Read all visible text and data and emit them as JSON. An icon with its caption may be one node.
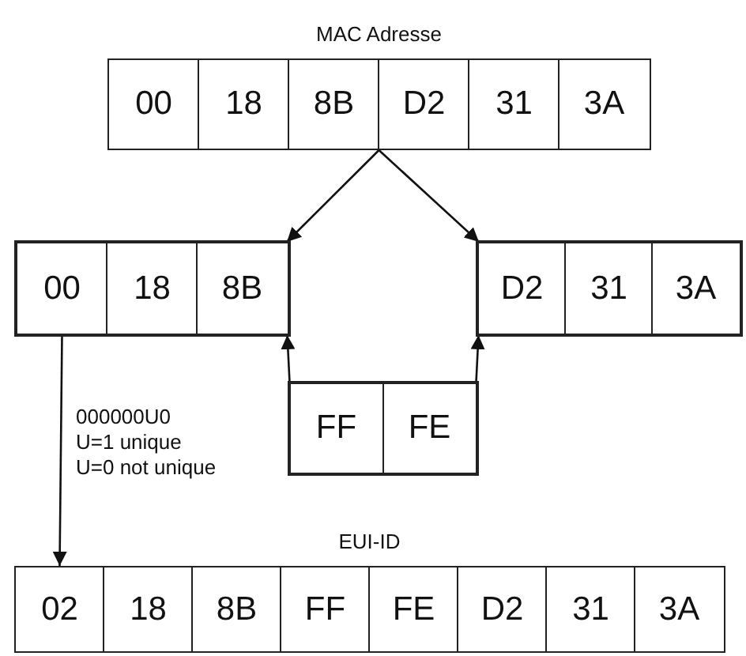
{
  "diagram": {
    "nodes": [
      {
        "text": [
          "MAC Adresse"
        ]
      },
      {
        "text": [
          "00"
        ],
        "in": 0
      },
      {
        "text": [
          "18"
        ],
        "in": 0
      },
      {
        "text": [
          "8B"
        ],
        "in": 0
      },
      {
        "text": [
          "D2"
        ],
        "in": 0
      },
      {
        "text": [
          "31"
        ],
        "in": 0
      },
      {
        "text": [
          "3A"
        ],
        "in": 0
      },
      {
        "text": [],
        "shape": "box"
      },
      {
        "text": [
          "00"
        ],
        "in": 7
      },
      {
        "text": [
          "18"
        ],
        "in": 7
      },
      {
        "text": [
          "8B"
        ],
        "in": 7
      },
      {
        "text": [],
        "shape": "box"
      },
      {
        "text": [
          "D2"
        ],
        "in": 11
      },
      {
        "text": [
          "31"
        ],
        "in": 11
      },
      {
        "text": [
          "3A"
        ],
        "in": 11
      },
      {
        "text": [],
        "shape": "box"
      },
      {
        "text": [
          "FF"
        ],
        "in": 15
      },
      {
        "text": [
          "FE"
        ],
        "in": 15
      },
      {
        "text": [
          "EUI-ID"
        ]
      },
      {
        "text": [
          "02"
        ],
        "in": 18
      },
      {
        "text": [
          "18"
        ],
        "in": 18
      },
      {
        "text": [
          "8B"
        ],
        "in": 18
      },
      {
        "text": [
          "FF"
        ],
        "in": 18
      },
      {
        "text": [
          "FE"
        ],
        "in": 18
      },
      {
        "text": [
          "D2"
        ],
        "in": 18
      },
      {
        "text": [
          "31"
        ],
        "in": 18
      },
      {
        "text": [
          "3A"
        ],
        "in": 18
      }
    ],
    "edges": [
      {
        "from": 0,
        "to": 7,
        "arrow": "to"
      },
      {
        "from": 0,
        "to": 11,
        "arrow": "to"
      },
      {
        "from": 15,
        "to": 7,
        "arrow": "to"
      },
      {
        "from": 15,
        "to": 11,
        "arrow": "to"
      },
      {
        "from": 8,
        "to": 19,
        "arrow": "to",
        "label": "000000U0"
      }
    ],
    "labels": [
      "U=1 unique",
      "U=0 not unique"
    ]
  }
}
